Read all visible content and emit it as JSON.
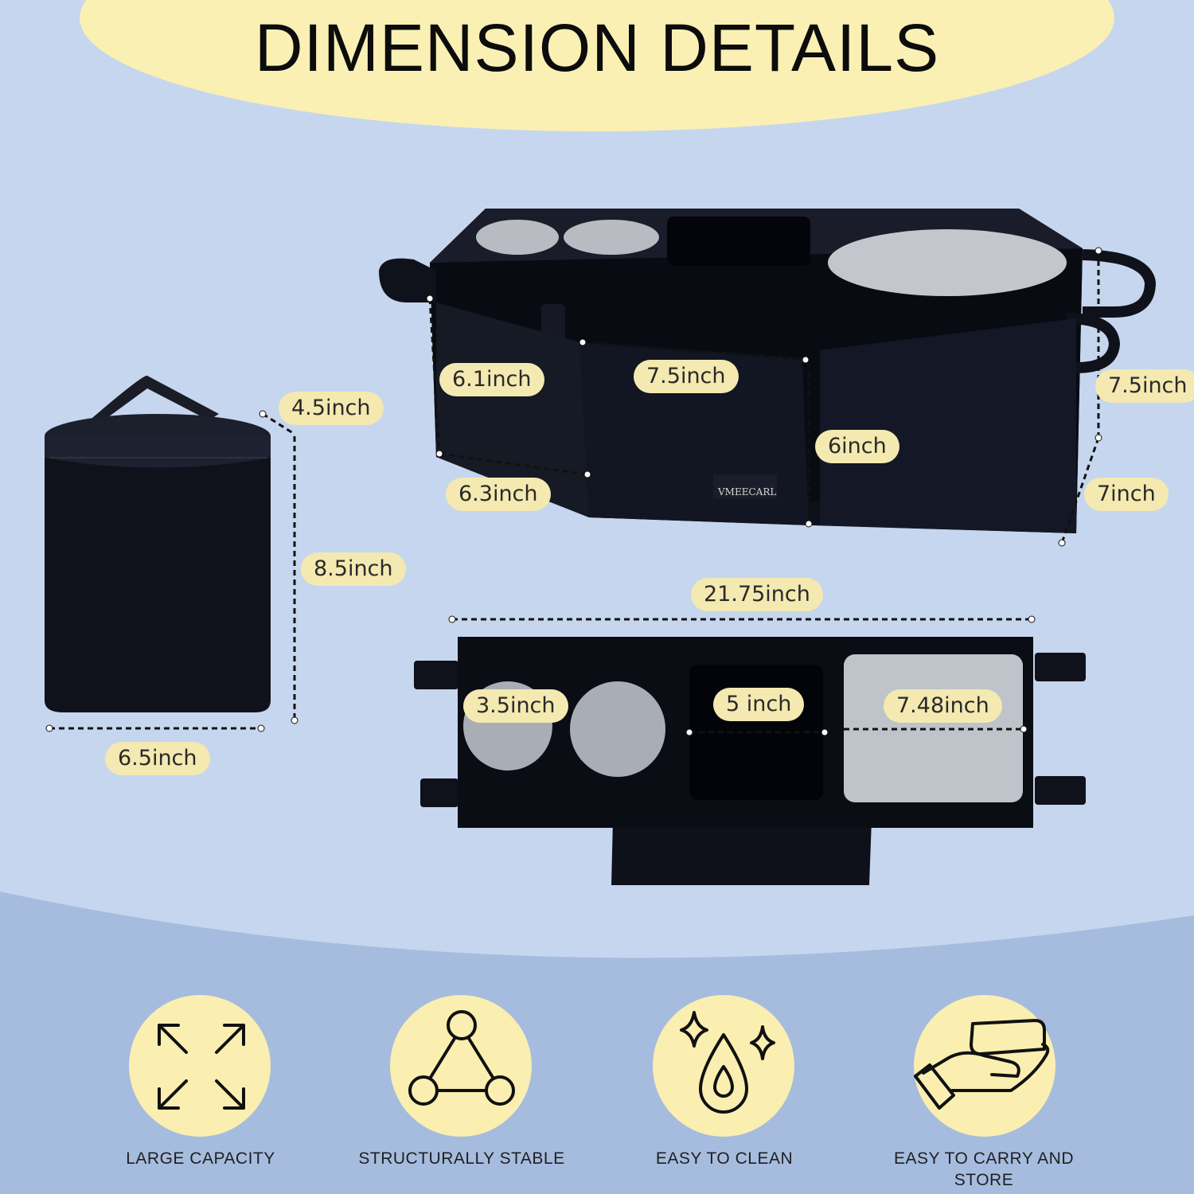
{
  "title": "DIMENSION DETAILS",
  "brand": "VMEECARL",
  "dimensions": {
    "front_height": "6.1inch",
    "front_width": "7.5inch",
    "pocket_height": "6inch",
    "front_depth": "6.3inch",
    "side_height": "7.5inch",
    "side_depth": "7inch",
    "cooler_depth": "4.5inch",
    "cooler_height": "8.5inch",
    "cooler_width": "6.5inch",
    "total_length": "21.75inch",
    "cup_diameter": "3.5inch",
    "center_width": "5 inch",
    "compartment_width": "7.48inch"
  },
  "features": [
    {
      "label": "LARGE CAPACITY",
      "icon": "expand-arrows-icon"
    },
    {
      "label": "STRUCTURALLY STABLE",
      "icon": "triangle-nodes-icon"
    },
    {
      "label": "EASY TO CLEAN",
      "icon": "water-drop-sparkle-icon"
    },
    {
      "label": "EASY TO CARRY AND STORE",
      "icon": "hand-holding-box-icon"
    }
  ],
  "colors": {
    "background": "#c6d6ee",
    "banner": "#faf0b4",
    "label_bg": "#f4e9b0",
    "bag": "#0d0f18"
  }
}
